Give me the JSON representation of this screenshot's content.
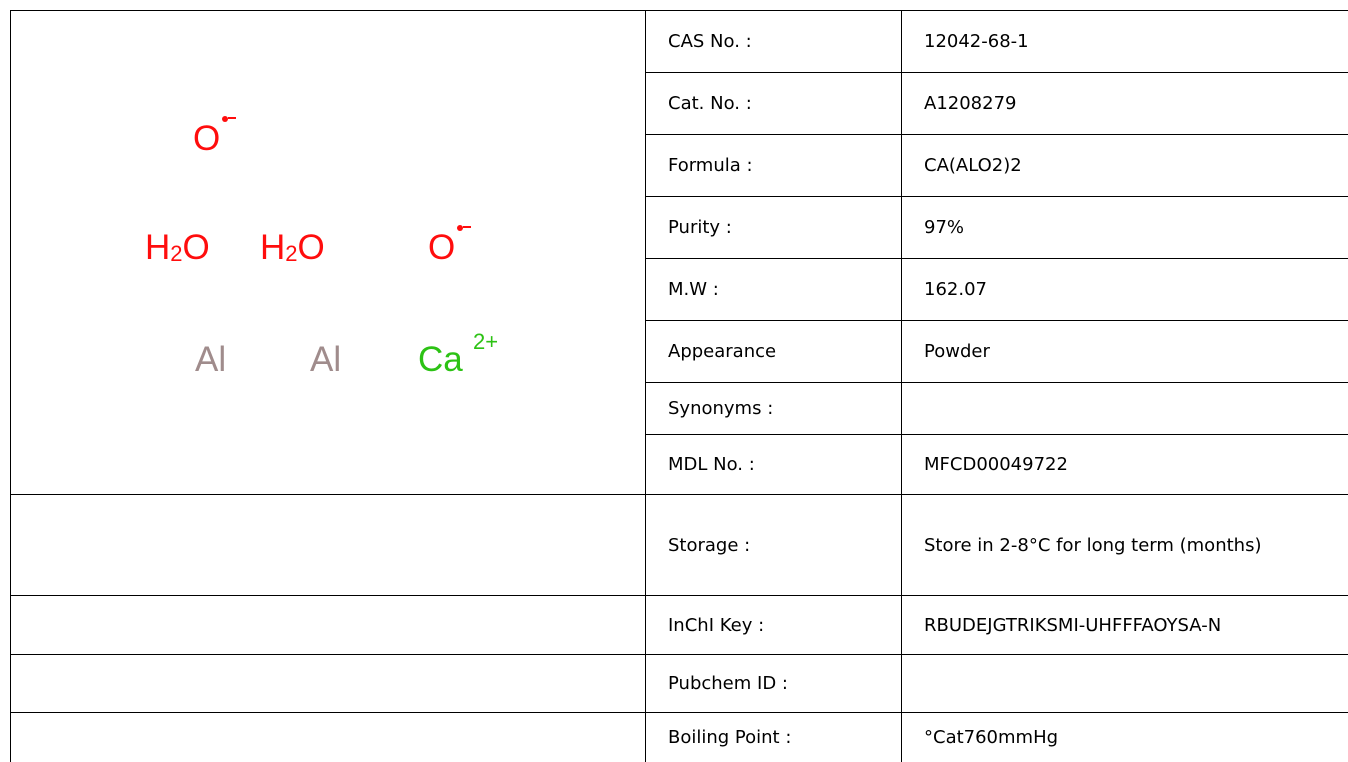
{
  "structure": {
    "atoms": {
      "o_top": "O",
      "h2o_left_h": "H",
      "h2o_left_sub": "2",
      "h2o_left_o": "O",
      "h2o_right_h": "H",
      "h2o_right_sub": "2",
      "h2o_right_o": "O",
      "o_right": "O",
      "al_left": "Al",
      "al_right": "Al",
      "ca": "Ca",
      "ca_charge": "2+"
    },
    "colors": {
      "oxygen": "#ff0d0d",
      "aluminium": "#a08c8c",
      "calcium": "#2cc214"
    }
  },
  "properties": [
    {
      "label": "CAS No. :",
      "value": "12042-68-1"
    },
    {
      "label": "Cat. No. :",
      "value": "A1208279"
    },
    {
      "label": "Formula :",
      "value": "CA(ALO2)2"
    },
    {
      "label": "Purity :",
      "value": "97%"
    },
    {
      "label": "M.W :",
      "value": "162.07"
    },
    {
      "label": "Appearance",
      "value": "Powder"
    },
    {
      "label": "Synonyms :",
      "value": ""
    },
    {
      "label": "MDL No. :",
      "value": "MFCD00049722"
    },
    {
      "label": "Storage :",
      "value": "Store in 2-8°C for long term (months)"
    },
    {
      "label": "InChI Key :",
      "value": "RBUDEJGTRIKSMI-UHFFFAOYSA-N"
    },
    {
      "label": "Pubchem ID :",
      "value": ""
    },
    {
      "label": "Boiling Point :",
      "value": "°Cat760mmHg"
    }
  ]
}
